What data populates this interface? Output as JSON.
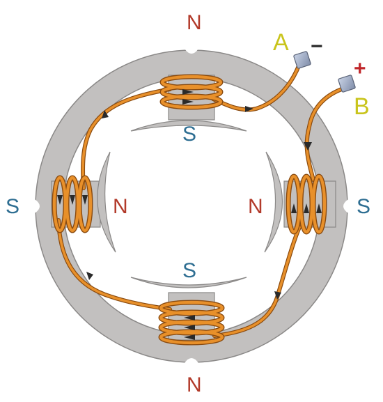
{
  "colors": {
    "iron": "#c2c0bf",
    "iron_stroke": "#8a8887",
    "wire": "#e8902a",
    "wire_dark": "#8a4b10",
    "arrow": "#2a2a2a",
    "north_label": "#b23a2a",
    "south_label": "#2e6e92",
    "terminal_label": "#c9c41c",
    "plus_sign": "#c0262a",
    "minus_sign": "#2a2a2a",
    "terminal": "#9aa8c2"
  },
  "labels": {
    "north_top": "N",
    "north_bottom": "N",
    "north_inner_left": "N",
    "north_inner_right": "N",
    "south_left": "S",
    "south_right": "S",
    "south_inner_top": "S",
    "south_inner_bottom": "S",
    "terminal_a": "A",
    "terminal_b": "B",
    "minus": "−",
    "plus": "+"
  }
}
